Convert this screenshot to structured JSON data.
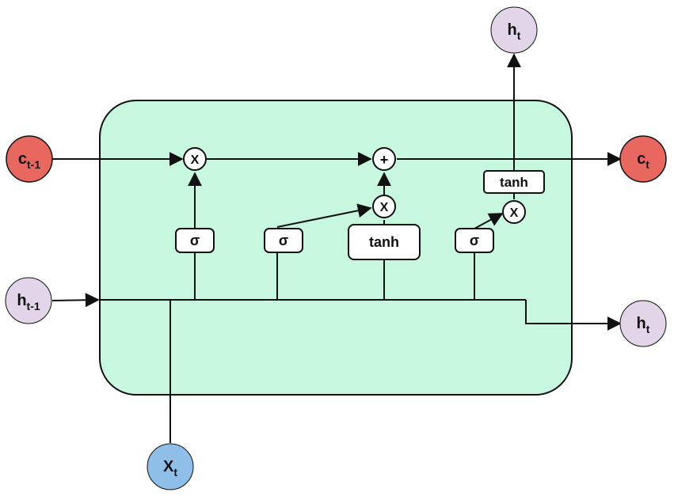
{
  "nodes": {
    "c_prev": {
      "label": "c",
      "sub": "t-1"
    },
    "c_next": {
      "label": "c",
      "sub": "t"
    },
    "h_prev": {
      "label": "h",
      "sub": "t-1"
    },
    "h_out_top": {
      "label": "h",
      "sub": "t"
    },
    "h_out_right": {
      "label": "h",
      "sub": "t"
    },
    "x_in": {
      "label": "X",
      "sub": "t"
    }
  },
  "gates": {
    "forget": "σ",
    "input": "σ",
    "candidate": "tanh",
    "output": "σ",
    "cell_tanh": "tanh"
  },
  "operators": {
    "forget_mult": "X",
    "add": "+",
    "input_mult": "X",
    "output_mult": "X"
  },
  "colors": {
    "cell_fill": "#c8f7e0",
    "cell_prev_node": "#e8675f",
    "cell_next_node": "#e8675f",
    "hidden_node": "#e1d5e7",
    "input_node": "#8fbfe8",
    "stroke": "#111111"
  }
}
